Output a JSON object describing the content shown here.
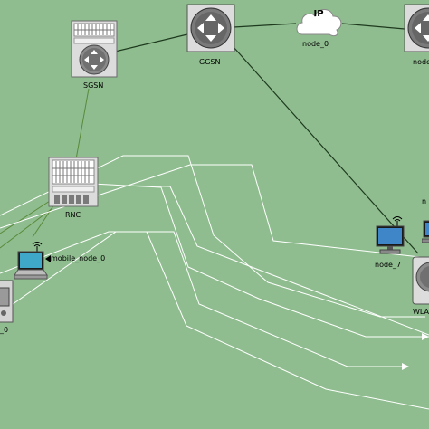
{
  "scene": {
    "background_color": "#8fbd8f",
    "link_color_wired": "#1e3a1e",
    "link_color_radio": "#5a8a3a",
    "packet_path_color": "#ffffff"
  },
  "nodes": {
    "sgsn": {
      "label": "SGSN",
      "icon": "sgsn-server-router-icon"
    },
    "ggsn": {
      "label": "GGSN",
      "icon": "router-icon"
    },
    "ip_cloud": {
      "label": "node_0",
      "cloud_text": "IP",
      "icon": "ip-cloud-icon"
    },
    "router_right": {
      "label": "node",
      "icon": "router-icon"
    },
    "rnc": {
      "label": "RNC",
      "icon": "rnc-server-icon"
    },
    "mobile_node_0": {
      "label": "mobile_node_0",
      "icon": "laptop-wireless-icon"
    },
    "left_node": {
      "label": "_0",
      "icon": "device-icon"
    },
    "node_7": {
      "label": "node_7",
      "icon": "desktop-wireless-icon"
    },
    "wlan": {
      "label": "WLA",
      "icon": "access-point-icon"
    },
    "right_edge_node": {
      "label": "n",
      "icon": "desktop-icon"
    }
  }
}
